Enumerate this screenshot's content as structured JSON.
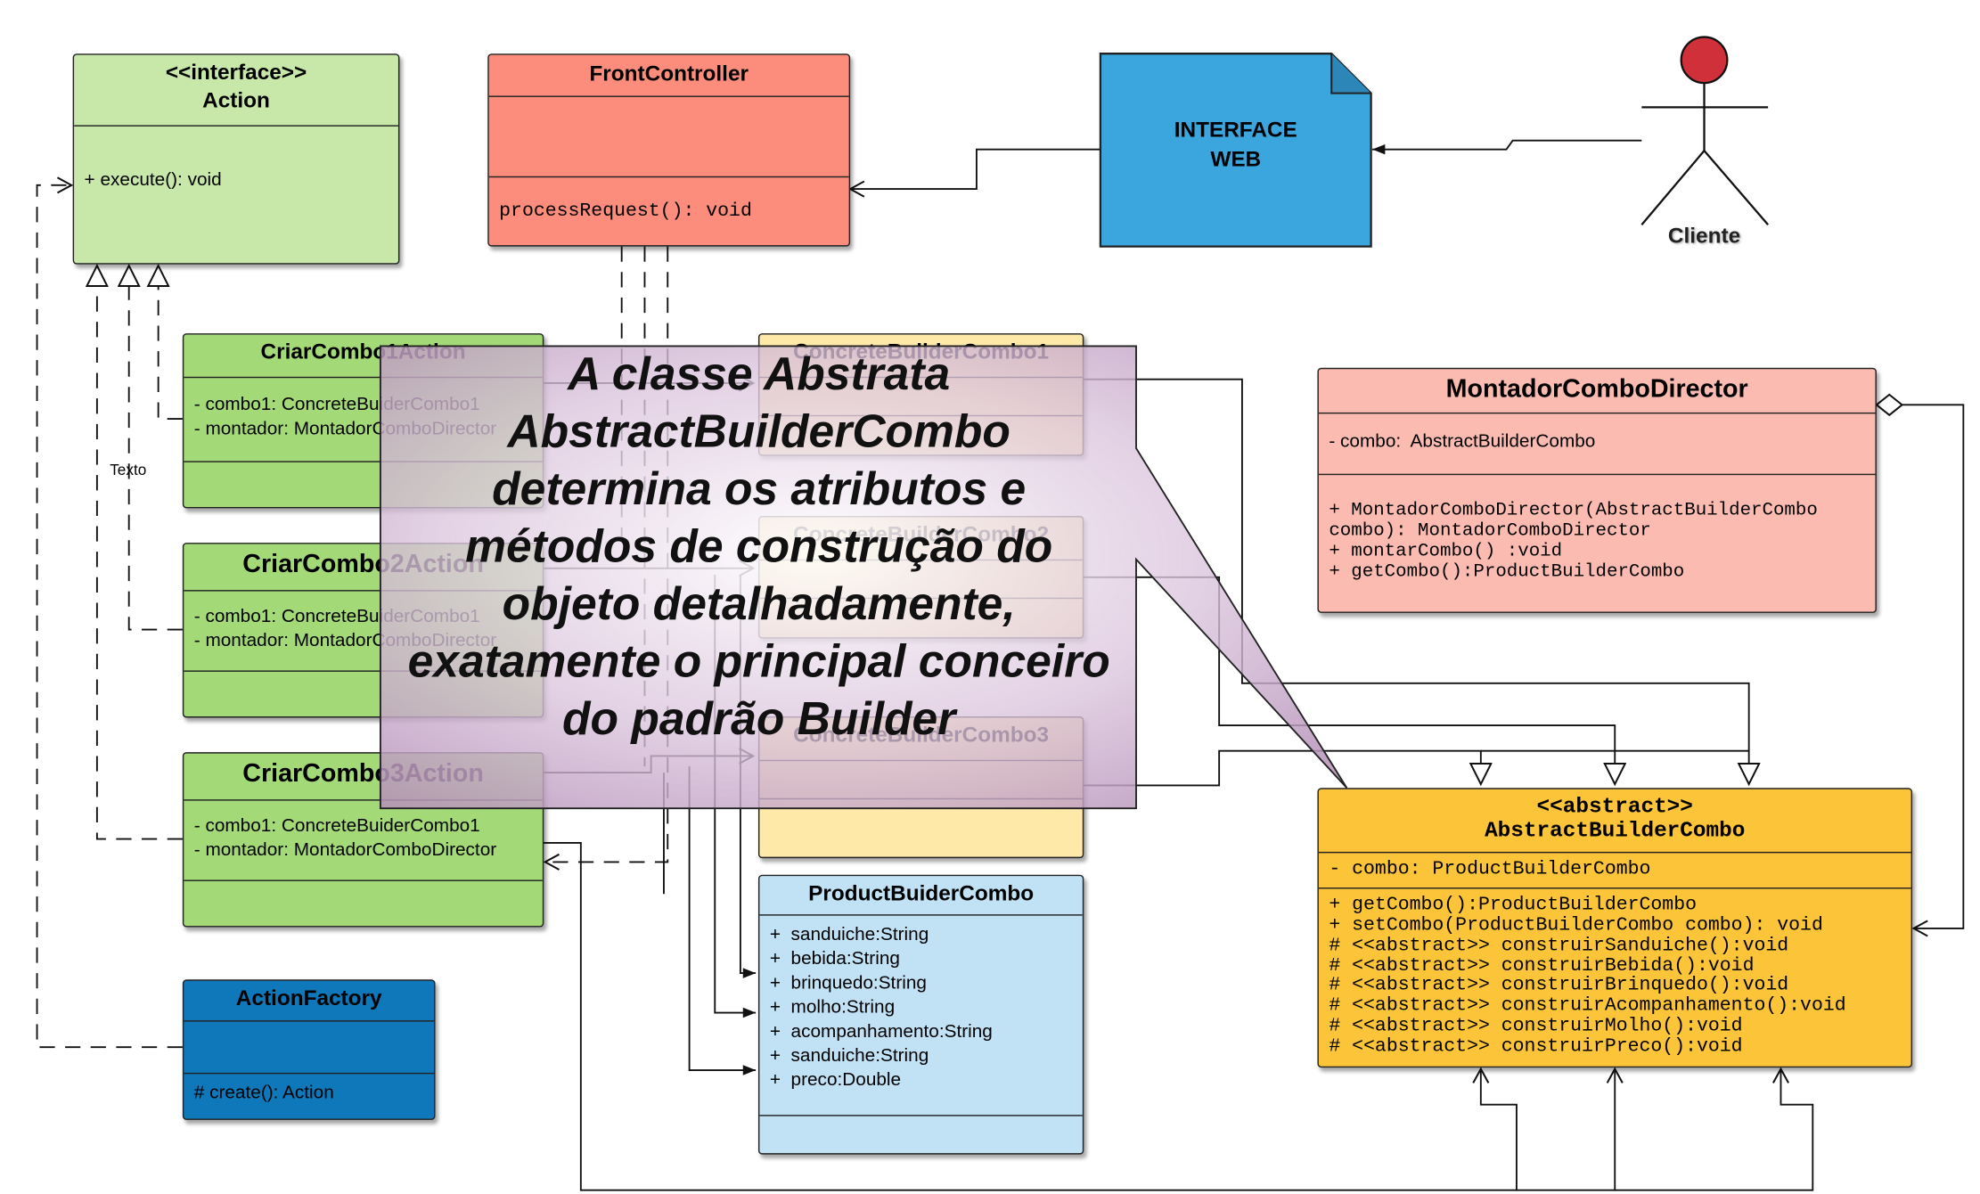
{
  "action": {
    "stereotype": "<<interface>>",
    "name": "Action",
    "method": "+ execute(): void"
  },
  "front_controller": {
    "name": "FrontController",
    "method": "processRequest(): void"
  },
  "interface_web": {
    "label": "INTERFACE\nWEB"
  },
  "actor": {
    "label": "Cliente"
  },
  "criar1": {
    "name": "CriarCombo1Action",
    "attr1": "- combo1: ConcreteBuiderCombo1",
    "attr2": "- montador: MontadorComboDirector"
  },
  "criar2": {
    "name": "CriarCombo2Action",
    "attr1": "- combo1: ConcreteBuiderCombo1",
    "attr2": "- montador: MontadorComboDirector"
  },
  "criar3": {
    "name": "CriarCombo3Action",
    "attr1": "- combo1: ConcreteBuiderCombo1",
    "attr2": "- montador: MontadorComboDirector"
  },
  "texto_label": "Texto",
  "action_factory": {
    "name": "ActionFactory",
    "method": "# create(): Action"
  },
  "concrete1": {
    "name": "ConcreteBuilderCombo1"
  },
  "concrete2": {
    "name": "ConcreteBuilderCombo2"
  },
  "concrete3": {
    "name": "ConcreteBuilderCombo3"
  },
  "product": {
    "name": "ProductBuiderCombo",
    "attrs": [
      "+  sanduiche:String",
      "+  bebida:String",
      "+  brinquedo:String",
      "+  molho:String",
      "+  acompanhamento:String",
      "+  sanduiche:String",
      "+  preco:Double"
    ]
  },
  "director": {
    "name": "MontadorComboDirector",
    "attr": "- combo:  AbstractBuilderCombo",
    "methods": [
      "+ MontadorComboDirector(AbstractBuilderCombo",
      "combo): MontadorComboDirector",
      "+ montarCombo() :void",
      "+ getCombo():ProductBuilderCombo"
    ]
  },
  "abstract": {
    "stereotype": "<<abstract>>",
    "name": "AbstractBuilderCombo",
    "attr": "- combo: ProductBuilderCombo",
    "methods": [
      "+ getCombo():ProductBuilderCombo",
      "+ setCombo(ProductBuilderCombo combo): void",
      "# <<abstract>> construirSanduiche():void",
      "# <<abstract>> construirBebida():void",
      "# <<abstract>> construirBrinquedo():void",
      "# <<abstract>> construirAcompanhamento():void",
      "# <<abstract>> construirMolho():void",
      "# <<abstract>> construirPreco():void"
    ]
  },
  "callout": {
    "text": "A classe Abstrata\nAbstractBuilderCombo\ndetermina os atributos e\nmétodos de construção do\nobjeto detalhadamente,\nexatamente o principal conceiro\ndo padrão Builder"
  },
  "colors": {
    "interface_green": "#c7e8a8",
    "action_green": "#a3d977",
    "controller_red": "#fc8c7c",
    "director_pink": "#fcbbb1",
    "concrete_yellow": "#ffe9a8",
    "abstract_orange": "#fcc438",
    "product_blue": "#c1e1f5",
    "factory_blue": "#0f78bb",
    "web_blue": "#3aa6dd",
    "actor_head": "#d0303a",
    "callout_purple": "#b591b8"
  }
}
